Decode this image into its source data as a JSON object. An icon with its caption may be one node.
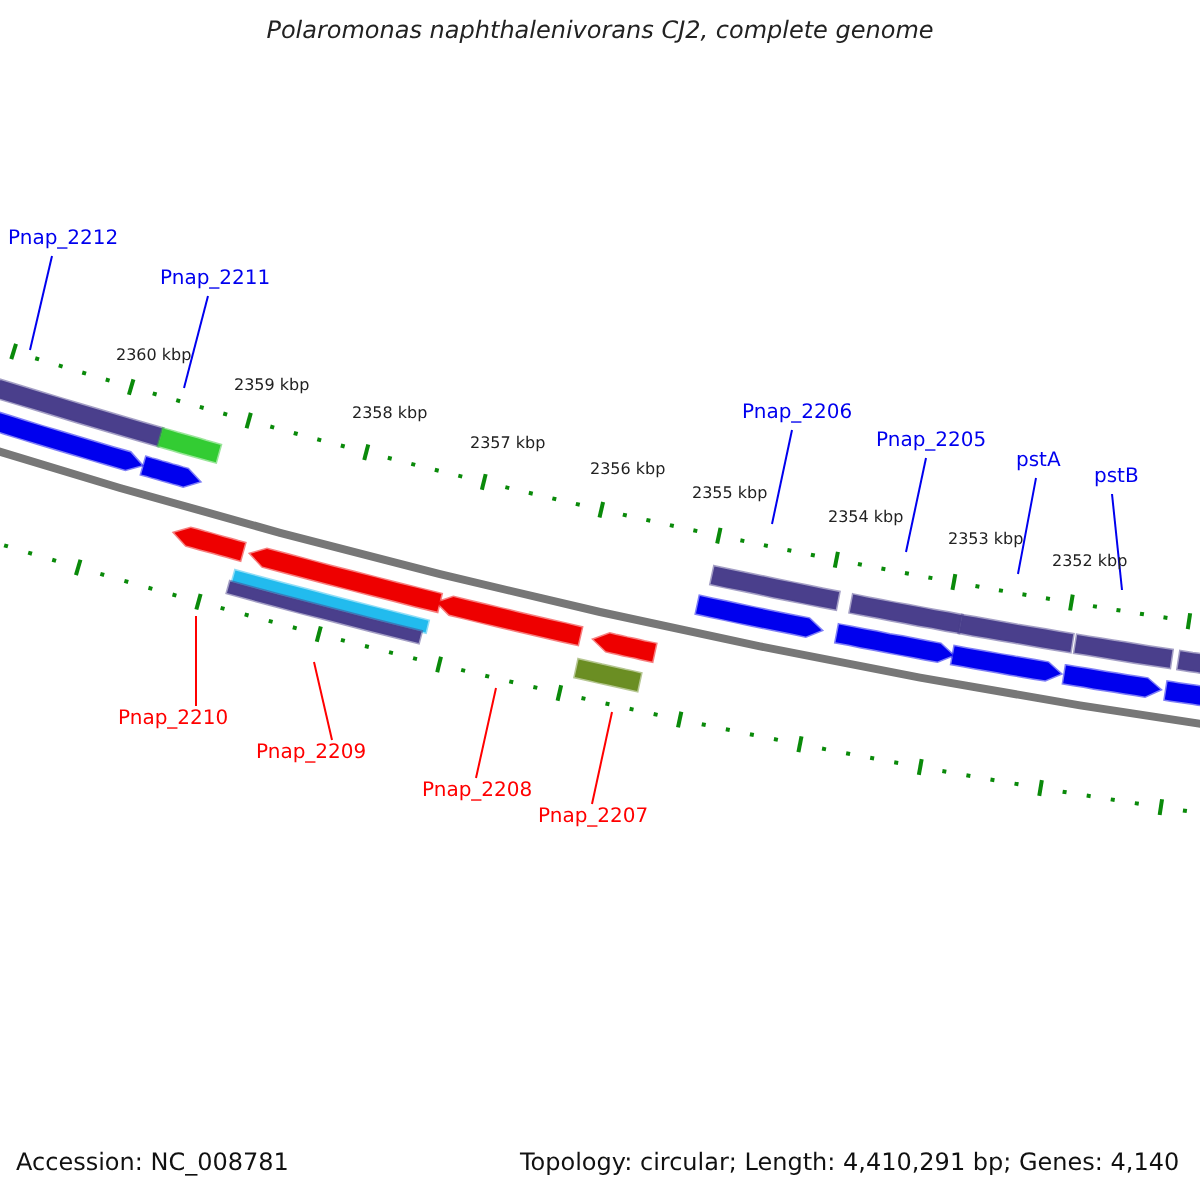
{
  "diagram": {
    "title": "Polaromonas naphthalenivorans CJ2, complete genome",
    "nodes": [
      {
        "text": [
          "Pnap_2212"
        ]
      },
      {
        "text": [
          "Pnap_2211"
        ]
      },
      {
        "text": [
          "Pnap_2206"
        ]
      },
      {
        "text": [
          "Pnap_2205"
        ]
      },
      {
        "text": [
          "pstA"
        ]
      },
      {
        "text": [
          "pstB"
        ]
      },
      {
        "text": [
          "Pnap_2210"
        ]
      },
      {
        "text": [
          "Pnap_2209"
        ]
      },
      {
        "text": [
          "Pnap_2208"
        ]
      },
      {
        "text": [
          "Pnap_2207"
        ]
      }
    ],
    "edges": [
      {
        "from": 0,
        "to": null,
        "arrow": "none"
      },
      {
        "from": 1,
        "to": null,
        "arrow": "none"
      },
      {
        "from": 2,
        "to": null,
        "arrow": "none"
      },
      {
        "from": 3,
        "to": null,
        "arrow": "none"
      },
      {
        "from": 4,
        "to": null,
        "arrow": "none"
      },
      {
        "from": 5,
        "to": null,
        "arrow": "none"
      },
      {
        "from": 6,
        "to": null,
        "arrow": "none",
        "color": "#ff0000"
      },
      {
        "from": 7,
        "to": null,
        "arrow": "none",
        "color": "#ff0000"
      },
      {
        "from": 8,
        "to": null,
        "arrow": "none",
        "color": "#ff0000"
      },
      {
        "from": 9,
        "to": null,
        "arrow": "none",
        "color": "#ff0000"
      }
    ],
    "labels": [
      "2360 kbp",
      "2359 kbp",
      "2358 kbp",
      "2357 kbp",
      "2356 kbp",
      "2355 kbp",
      "2354 kbp",
      "2353 kbp",
      "2352 kbp",
      "Accession: NC_008781",
      "Topology: circular; Length: 4,410,291 bp; Genes: 4,140"
    ]
  }
}
